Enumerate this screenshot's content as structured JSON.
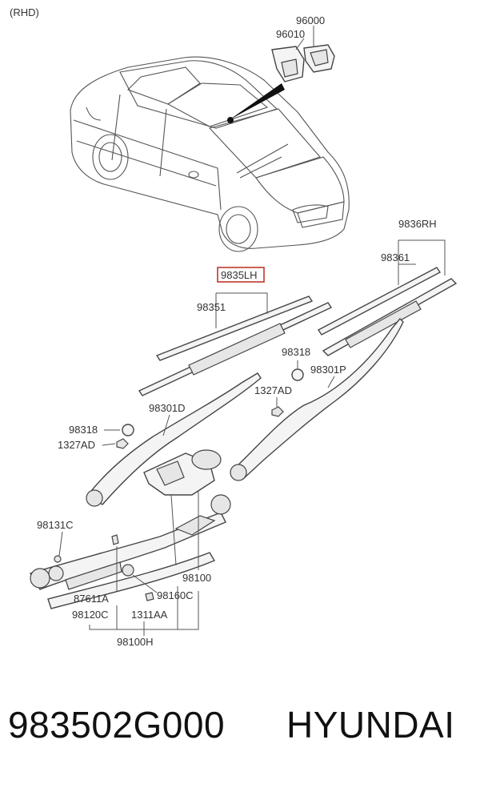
{
  "header": {
    "variant": "(RHD)"
  },
  "labels": {
    "sensor": "96000",
    "sensor_cover": "96010",
    "blade_rh": "9836RH",
    "refill_rh": "98361",
    "blade_lh": "9835LH",
    "refill_lh": "98351",
    "cap_right": "98318",
    "nut_right": "1327AD",
    "arm_right": "98301P",
    "arm_left": "98301D",
    "cap_left": "98318",
    "nut_left": "1327AD",
    "pivot_left": "98131C",
    "motor_bolt": "87611A",
    "link_bracket": "98160C",
    "link_rod": "98120C",
    "bolt_1311": "1311AA",
    "motor_link": "98100",
    "assembly": "98100H"
  },
  "highlight": {
    "color": "#c0392b"
  },
  "footer": {
    "part_number": "983502G000",
    "brand": "HYUNDAI"
  }
}
